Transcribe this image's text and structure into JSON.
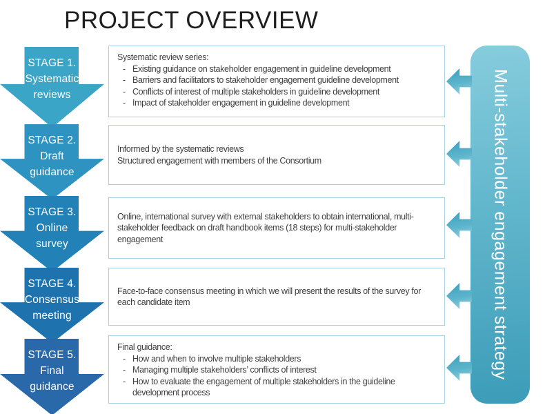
{
  "title": "PROJECT OVERVIEW",
  "bullet_marker": "-",
  "colors": {
    "stage_fills": [
      "#3ba5c8",
      "#2e93c1",
      "#2282b7",
      "#1e73ae",
      "#2969a9"
    ],
    "banner_top": "#86ccdd",
    "banner_bottom": "#3c9cb8",
    "connector": "#4faac6",
    "box_border": "#a7d3e3",
    "title_text": "#1e1e1e",
    "body_text": "#3f3f3f"
  },
  "stages": [
    {
      "color": "#3ba5c8",
      "lines": [
        "STAGE 1.",
        "Systematic",
        "reviews"
      ]
    },
    {
      "color": "#2e93c1",
      "lines": [
        "STAGE 2.",
        "Draft",
        "guidance"
      ]
    },
    {
      "color": "#2282b7",
      "lines": [
        "STAGE 3.",
        "Online",
        "survey"
      ]
    },
    {
      "color": "#1e73ae",
      "lines": [
        "STAGE 4.",
        "Consensus",
        "meeting"
      ]
    },
    {
      "color": "#2969a9",
      "lines": [
        "STAGE 5.",
        "Final",
        "guidance"
      ]
    }
  ],
  "boxes": [
    {
      "intro": "Systematic review series:",
      "bullets": [
        "Existing guidance on stakeholder engagement in guideline development",
        "Barriers and facilitators to stakeholder engagement guideline development",
        "Conflicts of interest of multiple stakeholders in guideline development",
        "Impact of stakeholder engagement in guideline development"
      ]
    },
    {
      "lines": [
        "Informed by the systematic reviews",
        "Structured engagement with members of the Consortium"
      ]
    },
    {
      "text": "Online, international  survey with external stakeholders to obtain international, multi-stakeholder feedback on draft handbook items (18 steps) for multi-stakeholder engagement"
    },
    {
      "text": "Face-to-face consensus meeting in which we will present the results of the survey for each candidate item"
    },
    {
      "intro": "Final guidance:",
      "bullets": [
        "How and when to involve multiple stakeholders",
        "Managing multiple stakeholders’ conflicts of interest",
        "How to evaluate the engagement of multiple stakeholders in the guideline development process"
      ]
    }
  ],
  "banner": {
    "text": "Multi-stakeholder engagement strategy"
  }
}
